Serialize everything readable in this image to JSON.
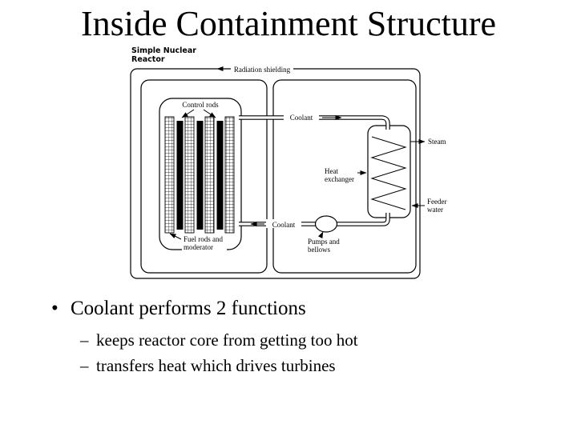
{
  "title": "Inside Containment Structure",
  "diagram": {
    "caption": {
      "line1": "Simple Nuclear",
      "line2": "Reactor"
    },
    "labels": {
      "radiation_shielding": "Radiation shielding",
      "control_rods": "Control rods",
      "coolant_top": "Coolant",
      "coolant_bottom": "Coolant",
      "steam": "Steam",
      "heat_line1": "Heat",
      "heat_line2": "exchanger",
      "feeder_line1": "Feeder",
      "feeder_line2": "water",
      "fuel_line1": "Fuel rods and",
      "fuel_line2": "moderator",
      "pumps_line1": "Pumps and",
      "pumps_line2": "bellows"
    }
  },
  "bullets": {
    "marker": "•",
    "main": "Coolant performs 2 functions",
    "sub_marker": "–",
    "sub": [
      "keeps reactor core from getting too hot",
      "transfers heat which drives turbines"
    ]
  },
  "colors": {
    "ink": "#000000",
    "background": "#ffffff"
  }
}
